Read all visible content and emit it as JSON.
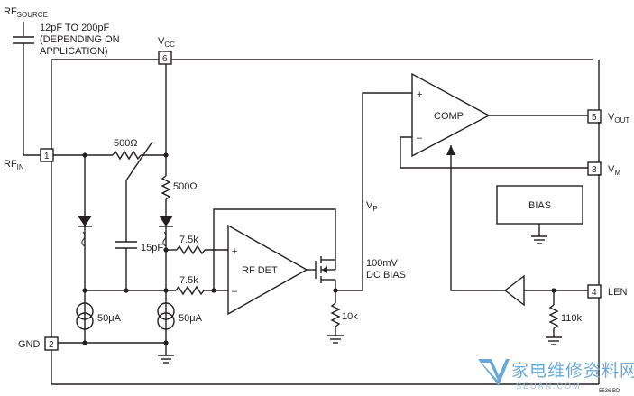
{
  "labels": {
    "rf_source_main": "RF",
    "rf_source_sub": "SOURCE",
    "cap_note_1": "12pF TO 200pF",
    "cap_note_2": "(DEPENDING ON",
    "cap_note_3": "APPLICATION)",
    "vcc_main": "V",
    "vcc_sub": "CC",
    "rfin_main": "RF",
    "rfin_sub": "IN",
    "gnd": "GND",
    "r_top": "500Ω",
    "r_right": "500Ω",
    "cap_15pf": "15pF",
    "r_75k_top": "7.5k",
    "r_75k_bottom": "7.5k",
    "cs_left": "50μA",
    "cs_right": "50μA",
    "rfdet": "RF DET",
    "plus_rfdet": "+",
    "minus_rfdet": "–",
    "vp_main": "V",
    "vp_sub": "P",
    "dc_bias_1": "100mV",
    "dc_bias_2": "DC BIAS",
    "r_10k": "10k",
    "comp": "COMP",
    "plus_comp": "+",
    "minus_comp": "–",
    "vout_main": "V",
    "vout_sub": "OUT",
    "vm_main": "V",
    "vm_sub": "M",
    "bias": "BIAS",
    "len": "LEN",
    "r_110k": "110k",
    "fig_code": "5536 BD"
  },
  "pins": {
    "p1": "1",
    "p2": "2",
    "p3": "3",
    "p4": "4",
    "p5": "5",
    "p6": "6"
  },
  "watermark": {
    "text": "家电维修资料网",
    "url": "SEUAN.COM"
  },
  "colors": {
    "ink": "#231f20",
    "watermark": "#6aa8d8"
  }
}
